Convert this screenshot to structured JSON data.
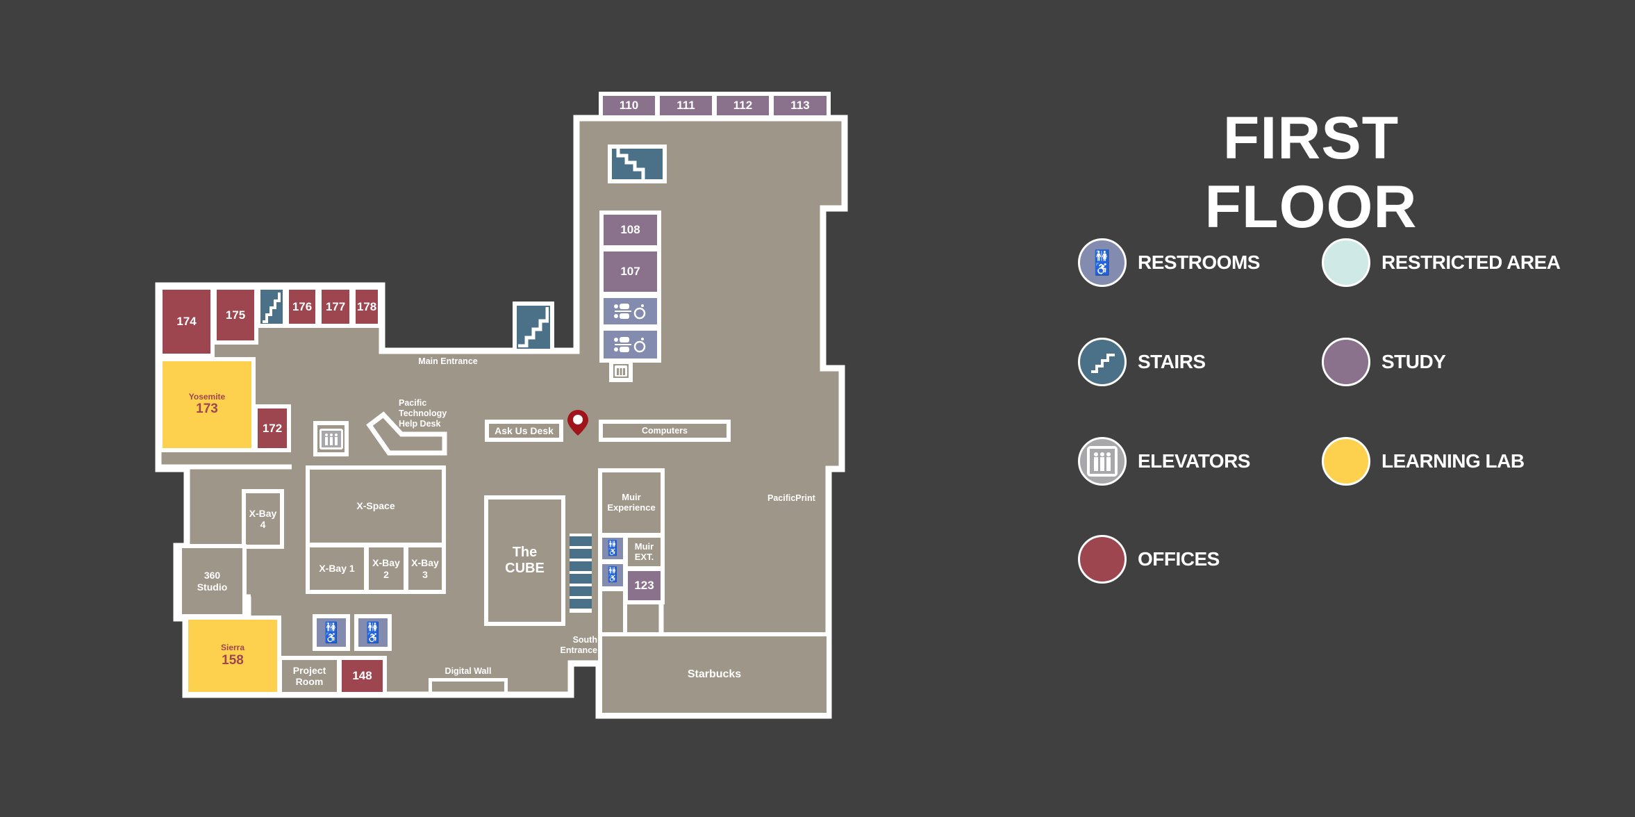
{
  "title": "FIRST FLOOR",
  "legend": [
    {
      "label": "RESTROOMS",
      "color": "#838cae",
      "icon": "restroom-icon"
    },
    {
      "label": "RESTRICTED AREA",
      "color": "#cfe9e6",
      "icon": ""
    },
    {
      "label": "STAIRS",
      "color": "#4b7189",
      "icon": "stairs-icon"
    },
    {
      "label": "STUDY",
      "color": "#8a718c",
      "icon": ""
    },
    {
      "label": "ELEVATORS",
      "color": "#a8a8aa",
      "icon": "elevator-icon"
    },
    {
      "label": "LEARNING LAB",
      "color": "#fdd04e",
      "icon": ""
    },
    {
      "label": "OFFICES",
      "color": "#9e4650",
      "icon": ""
    }
  ],
  "rooms": {
    "r110": "110",
    "r111": "111",
    "r112": "112",
    "r113": "113",
    "r108": "108",
    "r107": "107",
    "r174": "174",
    "r175": "175",
    "r176": "176",
    "r177": "177",
    "r178": "178",
    "r172": "172",
    "r148": "148",
    "r123": "123",
    "yosemite_name": "Yosemite",
    "yosemite_num": "173",
    "sierra_name": "Sierra",
    "sierra_num": "158",
    "xspace": "X-Space",
    "xbay1": "X-Bay 1",
    "xbay2": "X-Bay 2",
    "xbay3": "X-Bay 3",
    "xbay4": "X-Bay 4",
    "studio": "360 Studio",
    "cube": "The CUBE",
    "project": "Project Room",
    "muir_exp": "Muir Experience",
    "muir_ext": "Muir EXT.",
    "starbucks": "Starbucks"
  },
  "labels": {
    "main_entrance": "Main Entrance",
    "help_desk": "Pacific Technology Help Desk",
    "ask_us": "Ask Us Desk",
    "computers": "Computers",
    "pacific_print": "PacificPrint",
    "south_entrance": "South Entrance",
    "digital_wall": "Digital Wall"
  }
}
